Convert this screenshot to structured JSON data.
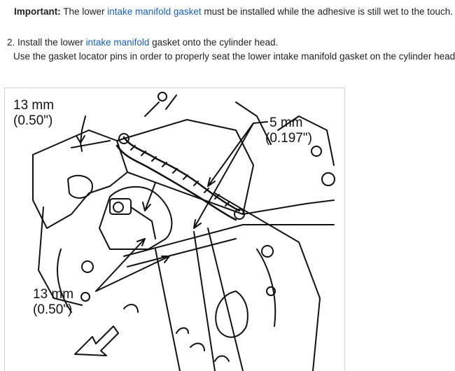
{
  "note": {
    "label": "Important:",
    "text_before": " The lower ",
    "link": "intake manifold gasket",
    "text_after": " must be installed while the adhesive is still wet to the touch."
  },
  "step": {
    "number": "2.",
    "text_before": " Install the lower ",
    "link": "intake manifold",
    "text_after": " gasket onto the cylinder head.",
    "detail": "Use the gasket locator pins in order to properly seat the lower intake manifold gasket on the cylinder head."
  },
  "figure": {
    "dim_top_left_mm": "13 mm",
    "dim_top_left_in": "(0.50\")",
    "dim_right_mm": "5 mm",
    "dim_right_in": "(0.197\")",
    "dim_bottom_left_mm": "13 mm",
    "dim_bottom_left_in": "(0.50\")"
  }
}
